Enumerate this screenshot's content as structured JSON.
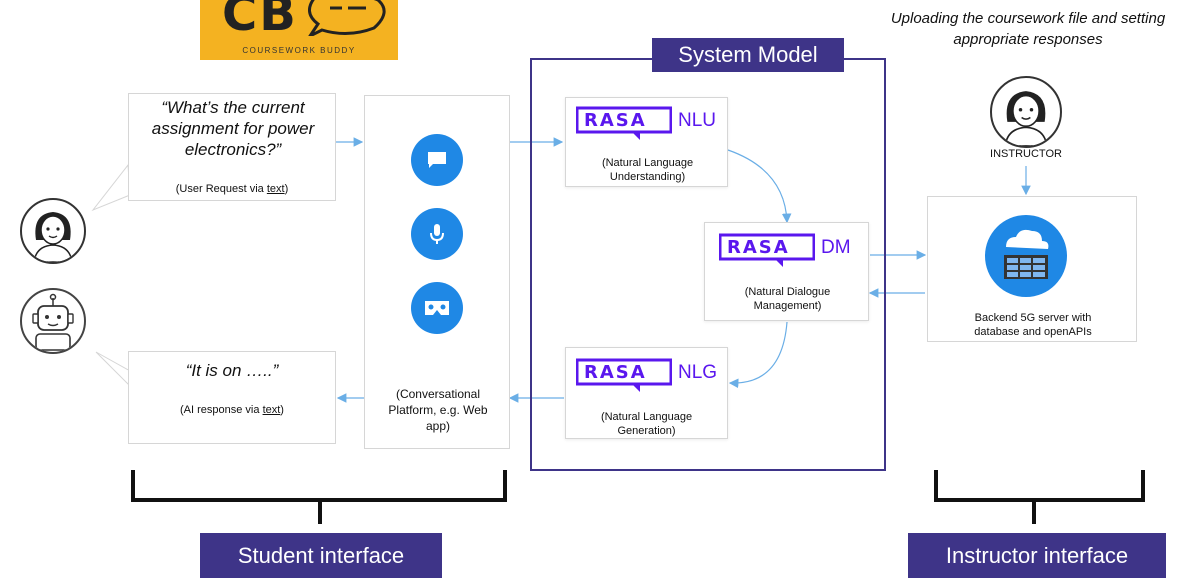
{
  "logo": {
    "letters": "CB",
    "subtitle": "COURSEWORK BUDDY"
  },
  "student": {
    "request_quote": "“What’s the  current assignment for power electronics?”",
    "request_caption_prefix": "(User Request via ",
    "request_caption_link": "text",
    "request_caption_suffix": ")",
    "response_quote": "“It is on …..”",
    "response_caption_prefix": "(AI response via ",
    "response_caption_link": "text",
    "response_caption_suffix": ")",
    "platform_caption": "(Conversational Platform, e.g. Web app)",
    "interface_label": "Student interface"
  },
  "system_model": {
    "title": "System Model",
    "nlu": {
      "brand": "RASA",
      "suffix": "NLU",
      "caption": "(Natural Language Understanding)"
    },
    "dm": {
      "brand": "RASA",
      "suffix": "DM",
      "caption": "(Natural Dialogue Management)"
    },
    "nlg": {
      "brand": "RASA",
      "suffix": "NLG",
      "caption": "(Natural Language Generation)"
    }
  },
  "instructor": {
    "note": "Uploading the coursework file and setting appropriate responses",
    "role_label": "INSTRUCTOR",
    "backend_caption": "Backend 5G server with database and openAPIs",
    "interface_label": "Instructor interface"
  },
  "icons": [
    "chat-icon",
    "microphone-icon",
    "vr-headset-icon",
    "cloud-server-icon",
    "robot-icon",
    "user-avatar-icon"
  ],
  "colors": {
    "accent_blue": "#1f88e5",
    "rasa_purple": "#5a17ee",
    "label_bg": "#3e3488",
    "logo_bg": "#f4b221",
    "arrow": "#6aaee6"
  }
}
